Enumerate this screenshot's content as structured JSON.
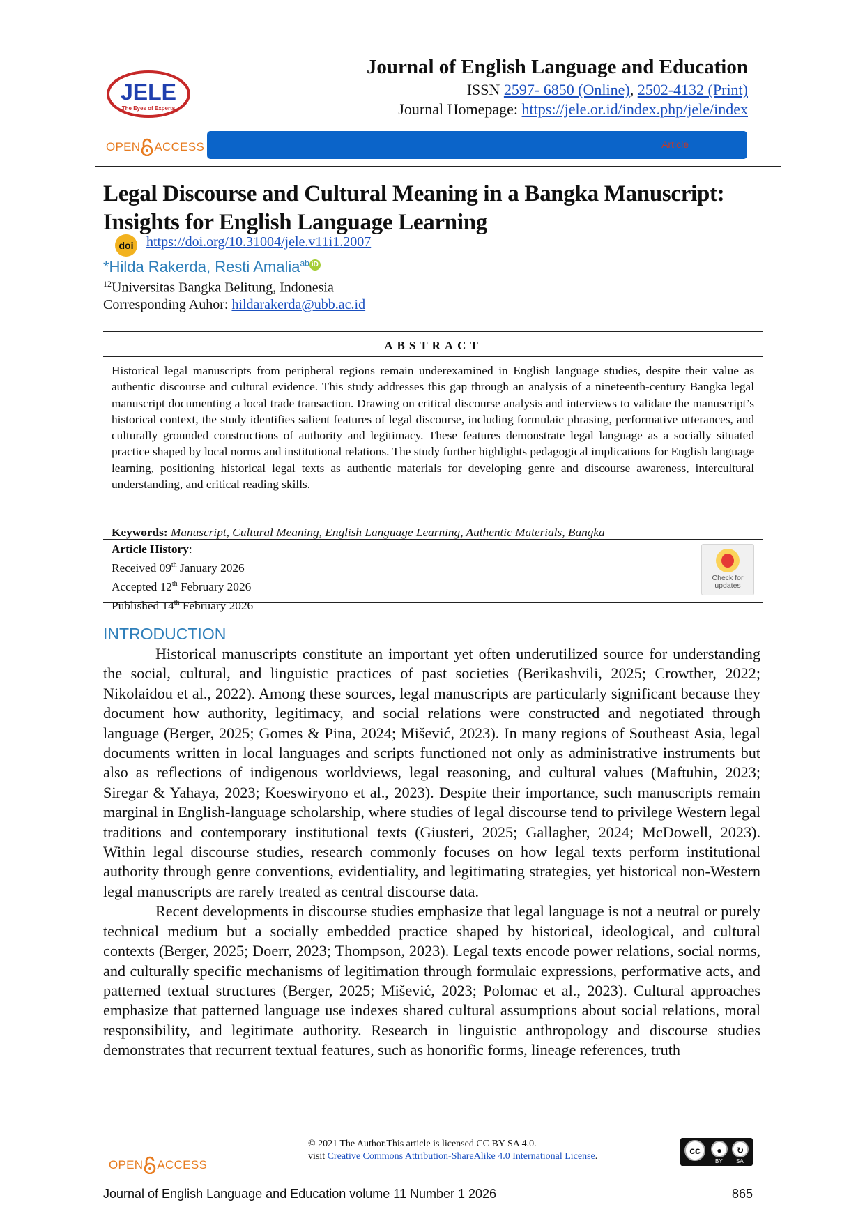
{
  "header": {
    "logo_text": "JELE",
    "logo_tagline": "The Eyes of Experts",
    "journal_title": "Journal of English Language and Education",
    "issn_prefix": "ISSN ",
    "issn_online": "2597- 6850 (Online)",
    "issn_sep": ", ",
    "issn_print": "2502-4132 (Print)",
    "homepage_label": "Journal Homepage: ",
    "homepage_url": "https://jele.or.id/index.php/jele/index",
    "open_access_left": "OPEN",
    "open_access_right": "ACCESS",
    "banner_label": "Article",
    "colors": {
      "banner": "#0b64c9",
      "link": "#1a4fbf",
      "heading_blue": "#2f7fba",
      "open_access": "#e77b1f"
    }
  },
  "article": {
    "title": "Legal Discourse and Cultural Meaning in a Bangka Manuscript: Insights for English Language Learning",
    "doi_icon": "doi",
    "doi_url": "https://doi.org/10.31004/jele.v11i1.2007",
    "authors": "*Hilda Rakerda, Resti Amalia",
    "author_sup": "ab",
    "orcid_icon": "iD",
    "affiliation_sup": "12",
    "affiliation": "Universitas Bangka Belitung, Indonesia",
    "corresponding_label": "Corresponding Auhor: ",
    "corresponding_email": "hildarakerda@ubb.ac.id"
  },
  "abstract": {
    "heading": "ABSTRACT",
    "text": "Historical legal manuscripts from peripheral regions remain underexamined in English language studies, despite their value as authentic discourse and cultural evidence. This study addresses this gap through an analysis of a nineteenth-century Bangka legal manuscript documenting a local trade transaction. Drawing on critical discourse analysis and interviews to validate the manuscript’s historical context, the study identifies salient features of legal discourse, including formulaic phrasing, performative utterances, and culturally grounded constructions of authority and legitimacy. These features demonstrate legal language as a socially situated practice shaped by local norms and institutional relations. The study further highlights pedagogical implications for English language learning, positioning historical legal texts as authentic materials for developing genre and discourse awareness, intercultural understanding, and critical reading skills.",
    "keywords_label": "Keywords:",
    "keywords": "Manuscript, Cultural Meaning, English Language Learning, Authentic Materials, Bangka"
  },
  "history": {
    "label": "Article History",
    "label_colon": ":",
    "received_pre": "Received 09",
    "received_sup": "th",
    "received_post": " January 2026",
    "accepted_pre": "Accepted 12",
    "accepted_sup": "th",
    "accepted_post": " February 2026",
    "published_pre": "Published 14",
    "published_sup": "th",
    "published_post": " February 2026",
    "check_updates_line1": "Check for",
    "check_updates_line2": "updates"
  },
  "introduction": {
    "heading": "INTRODUCTION",
    "paragraphs": [
      "Historical manuscripts constitute an important yet often underutilized source for understanding the social, cultural, and linguistic practices of past societies (Berikashvili, 2025; Crowther, 2022; Nikolaidou et al., 2022). Among these sources, legal manuscripts are particularly significant because they document how authority, legitimacy, and social relations were constructed and negotiated through language (Berger, 2025; Gomes & Pina, 2024; Mišević, 2023). In many regions of Southeast Asia, legal documents written in local languages and scripts functioned not only as administrative instruments but also as reflections of indigenous worldviews, legal reasoning, and cultural values (Maftuhin, 2023; Siregar & Yahaya, 2023; Koeswiryono et al., 2023). Despite their importance, such manuscripts remain marginal in English-language scholarship, where studies of legal discourse tend to privilege Western legal traditions and contemporary institutional texts (Giusteri, 2025; Gallagher, 2024; McDowell, 2023). Within legal discourse studies, research commonly focuses on how legal texts perform institutional authority through genre conventions, evidentiality, and legitimating strategies, yet historical non-Western legal manuscripts are rarely treated as central discourse data.",
      "Recent developments in discourse studies emphasize that legal language is not a neutral or purely technical medium but a socially embedded practice shaped by historical, ideological, and cultural contexts (Berger, 2025; Doerr, 2023; Thompson, 2023). Legal texts encode power relations, social norms, and culturally specific mechanisms of legitimation through formulaic expressions, performative acts, and patterned textual structures (Berger, 2025; Mišević, 2023; Polomac et al., 2023). Cultural approaches emphasize that patterned language use indexes shared cultural assumptions about social relations, moral responsibility, and legitimate authority. Research in linguistic anthropology and discourse studies demonstrates that recurrent textual features, such as honorific forms, lineage references, truth"
    ]
  },
  "footer": {
    "license_line1": "© 2021 The Author.This article is licensed CC BY SA 4.0.",
    "license_line2_prefix": "visit ",
    "license_link": "Creative Commons Attribution-ShareAlike 4.0 International License",
    "license_line2_suffix": ".",
    "cc_label": "cc",
    "by_label": "BY",
    "sa_label": "SA",
    "journal_line": "Journal of English Language and Education volume 11 Number 1 2026",
    "page_number": "865"
  }
}
